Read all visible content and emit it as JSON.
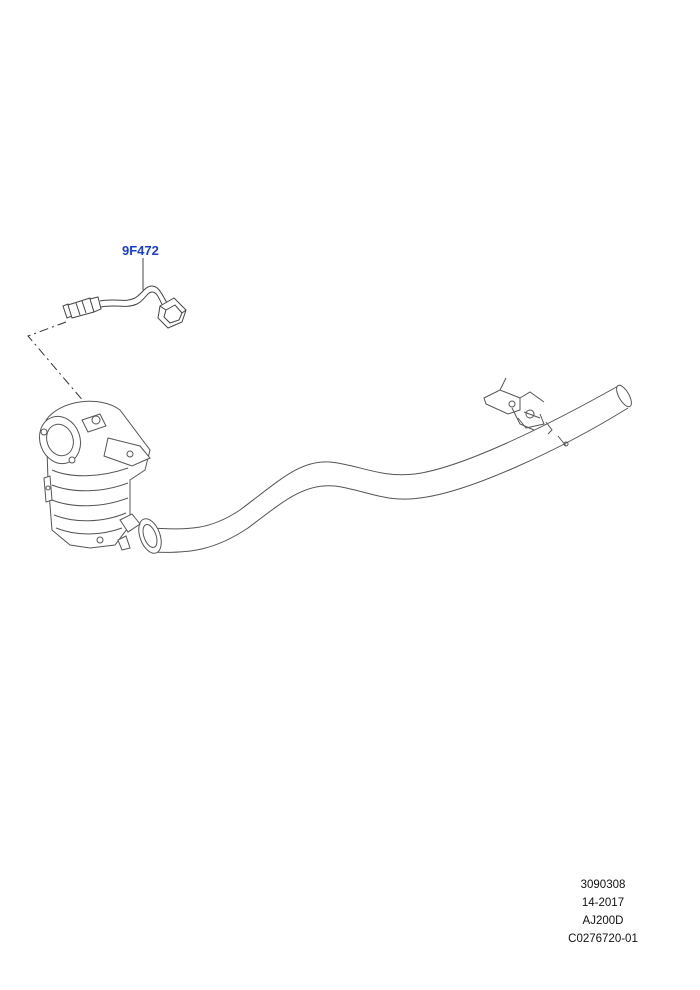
{
  "part_callouts": [
    {
      "part_number": "9F472",
      "component": "heated-oxygen-sensor"
    }
  ],
  "reference_codes": [
    "3090308",
    "14-2017",
    "AJ200D",
    "C0276720-01"
  ],
  "colors": {
    "callout_text": "#1a3fcc",
    "line_art": "#555555",
    "reference_text": "#111111"
  }
}
